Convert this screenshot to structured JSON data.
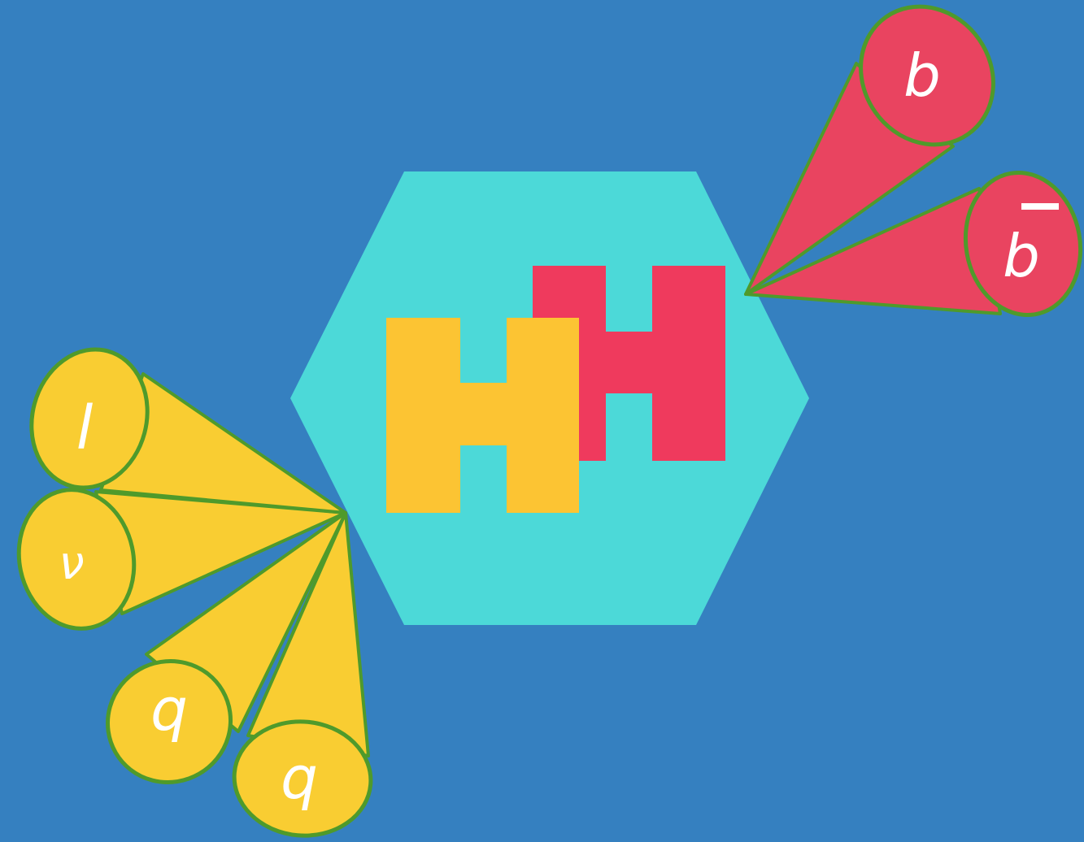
{
  "colors": {
    "background": "#3580c0",
    "hexagon": "#4cd9d8",
    "higgs_yellow": "#fcc433",
    "higgs_red": "#ef3a5d",
    "jet_yellow": "#f9cd32",
    "jet_red": "#e94460",
    "outline": "#4f9a2b",
    "label": "#ffffff"
  },
  "logo": {
    "letters": [
      "H",
      "H"
    ]
  },
  "jets": {
    "b": {
      "label": "b",
      "color": "jet_red"
    },
    "bbar": {
      "label": "b",
      "has_bar": true,
      "color": "jet_red"
    },
    "lepton": {
      "label": "l",
      "color": "jet_yellow"
    },
    "neutrino": {
      "label": "ν",
      "color": "jet_yellow"
    },
    "quark1": {
      "label": "q",
      "color": "jet_yellow"
    },
    "quark2": {
      "label": "q",
      "color": "jet_yellow"
    }
  }
}
